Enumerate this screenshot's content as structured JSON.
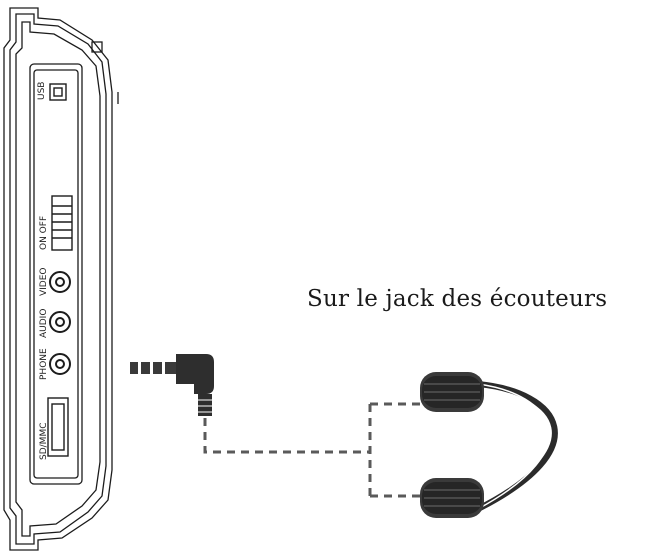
{
  "caption": "Sur le jack des écouteurs",
  "device_side_labels": {
    "usb": "USB",
    "power_switch": "ON   OFF",
    "video_out": "VIDEO",
    "audio_out": "AUDIO",
    "phone": "PHONE",
    "sd_mmc": "SD/MMC"
  },
  "colors": {
    "outline": "#1c1c1c",
    "headphone_dark": "#2b2b2b",
    "cable": "#5a5a5a"
  }
}
